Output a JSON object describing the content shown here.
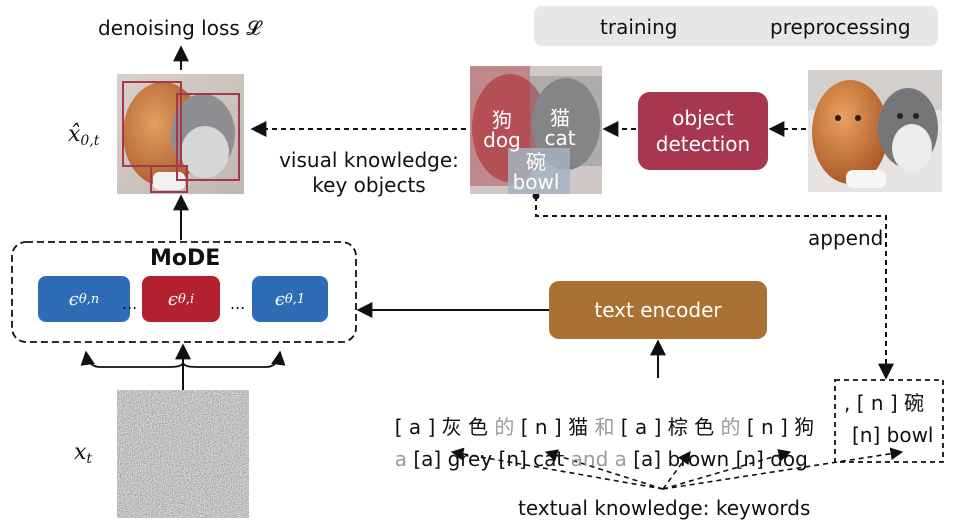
{
  "legend": {
    "training_label": "training",
    "preprocessing_label": "preprocessing"
  },
  "output": {
    "loss_label": "denoising loss 𝓛",
    "x0_symbol": "x̂",
    "x0_subscript": "0,t"
  },
  "visual_knowledge": {
    "line1": "visual knowledge:",
    "line2": "key objects"
  },
  "detection": {
    "box_line1": "object",
    "box_line2": "detection",
    "labels": [
      {
        "zh": "狗",
        "en": "dog"
      },
      {
        "zh": "猫",
        "en": "cat"
      },
      {
        "zh": "碗",
        "en": "bowl"
      }
    ]
  },
  "append_label": "append",
  "mode": {
    "title": "MoDE",
    "experts": [
      {
        "symbol": "ϵ",
        "subscript": "θ,n",
        "color": "#2e6db5"
      },
      {
        "symbol": "ϵ",
        "subscript": "θ,i",
        "color": "#b3202e"
      },
      {
        "symbol": "ϵ",
        "subscript": "θ,1",
        "color": "#2e6db5"
      }
    ],
    "ellipsis": "..."
  },
  "text_encoder": {
    "label": "text encoder"
  },
  "noise": {
    "symbol": "x",
    "subscript": "t"
  },
  "prompt_zh": {
    "segments": [
      {
        "text": "[ a ] 灰 色 ",
        "gray": false
      },
      {
        "text": "的",
        "gray": true
      },
      {
        "text": " [ n ] 猫 ",
        "gray": false
      },
      {
        "text": "和",
        "gray": true
      },
      {
        "text": " [ a ] 棕 色 ",
        "gray": false
      },
      {
        "text": "的",
        "gray": true
      },
      {
        "text": " [ n ] 狗",
        "gray": false
      }
    ],
    "appended": ", [ n ] 碗"
  },
  "prompt_en": {
    "segments": [
      {
        "text": "a ",
        "gray": true
      },
      {
        "text": "[a] grey [n] cat ",
        "gray": false
      },
      {
        "text": "and a ",
        "gray": true
      },
      {
        "text": "[a] brown [n] dog",
        "gray": false
      }
    ],
    "appended": "[n] bowl"
  },
  "textual_knowledge": "textual knowledge: keywords",
  "colors": {
    "expert_blue": "#2e6db5",
    "expert_red": "#b3202e",
    "text_encoder": "#a97234",
    "object_detection": "#a6374f",
    "legend_bg": "#e7e7e7"
  }
}
